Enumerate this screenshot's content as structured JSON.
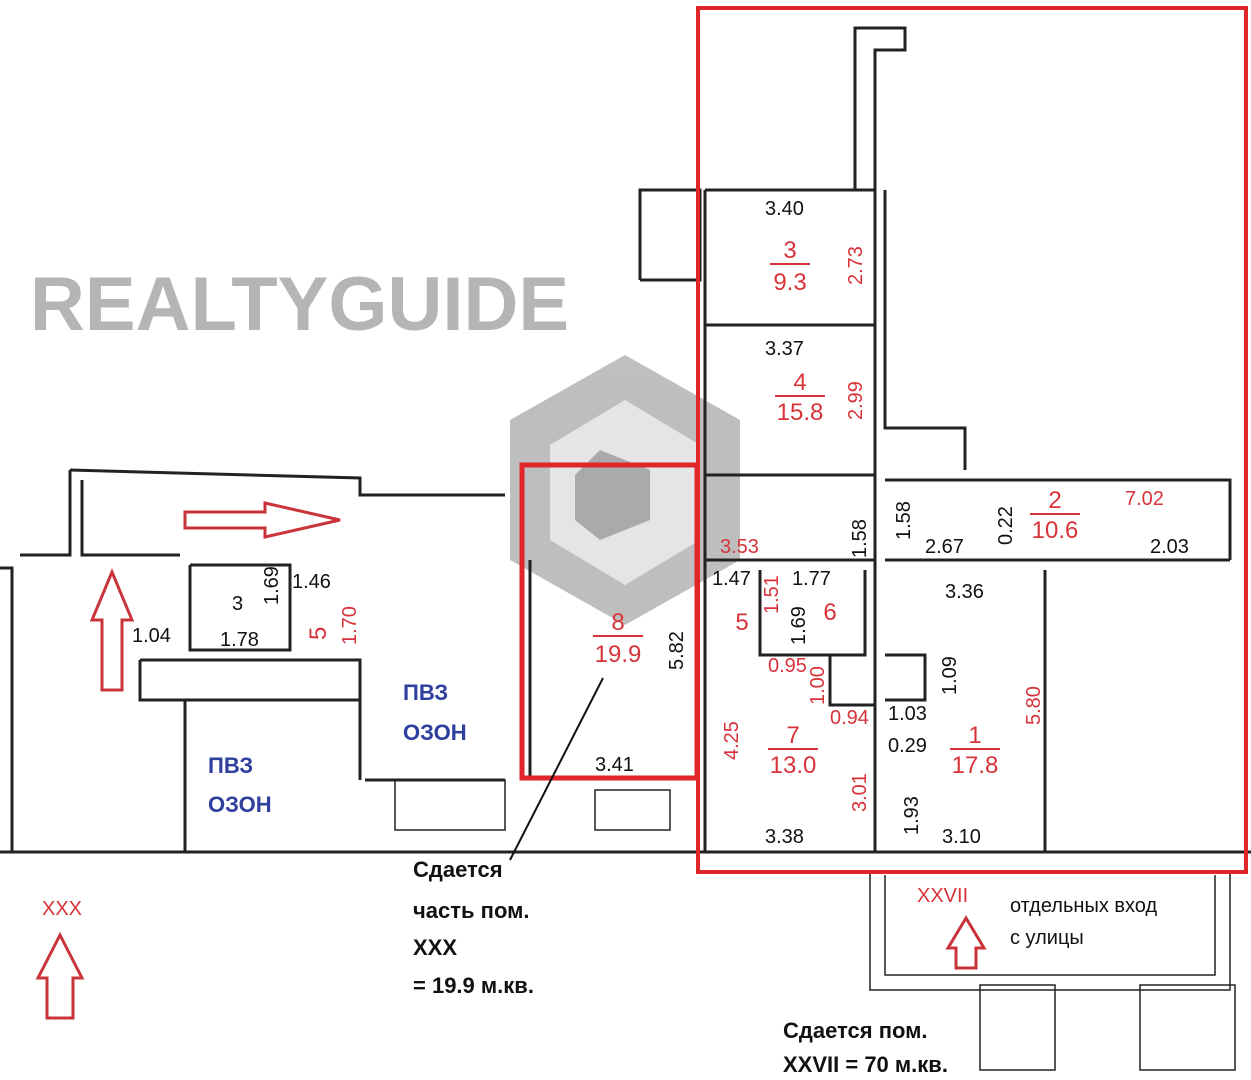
{
  "watermark": "REALTYGUIDE",
  "rooms": {
    "r3": {
      "num": "3",
      "area": "9.3"
    },
    "r4": {
      "num": "4",
      "area": "15.8"
    },
    "r2": {
      "num": "2",
      "area": "10.6"
    },
    "r8": {
      "num": "8",
      "area": "19.9"
    },
    "r5": {
      "num": "5"
    },
    "r6": {
      "num": "6"
    },
    "r7": {
      "num": "7",
      "area": "13.0"
    },
    "r1": {
      "num": "1",
      "area": "17.8"
    },
    "left3": {
      "num": "3"
    },
    "left5": {
      "num": "5"
    }
  },
  "dims": {
    "d340": "3.40",
    "d273": "2.73",
    "d337": "3.37",
    "d299": "2.99",
    "d158a": "1.58",
    "d158b": "1.58",
    "d267": "2.67",
    "d022": "0.22",
    "d702": "7.02",
    "d203": "2.03",
    "d353": "3.53",
    "d147": "1.47",
    "d151": "1.51",
    "d177": "1.77",
    "d169": "1.69",
    "d336": "3.36",
    "d095": "0.95",
    "d100": "1.00",
    "d094": "0.94",
    "d109": "1.09",
    "d103": "1.03",
    "d029": "0.29",
    "d425": "4.25",
    "d301": "3.01",
    "d193": "1.93",
    "d580": "5.80",
    "d338": "3.38",
    "d310": "3.10",
    "d582": "5.82",
    "d341": "3.41",
    "d104": "1.04",
    "d146": "1.46",
    "d169b": "1.69",
    "d178": "1.78",
    "d170": "1.70"
  },
  "tenants": [
    {
      "line1": "ПВЗ",
      "line2": "ОЗОН"
    },
    {
      "line1": "ПВЗ",
      "line2": "ОЗОН"
    }
  ],
  "entrances": {
    "xxx": "XXX",
    "xxvii": "XXVII"
  },
  "notes": {
    "part": [
      "Сдается",
      "часть пом.",
      "XXX",
      "= 19.9 м.кв."
    ],
    "whole": [
      "Сдается пом.",
      "XXVII = 70 м.кв."
    ],
    "entrance": [
      "отдельных вход",
      "с улицы"
    ]
  },
  "colors": {
    "highlight": "#e0262b",
    "tenant": "#2f3f9e"
  }
}
